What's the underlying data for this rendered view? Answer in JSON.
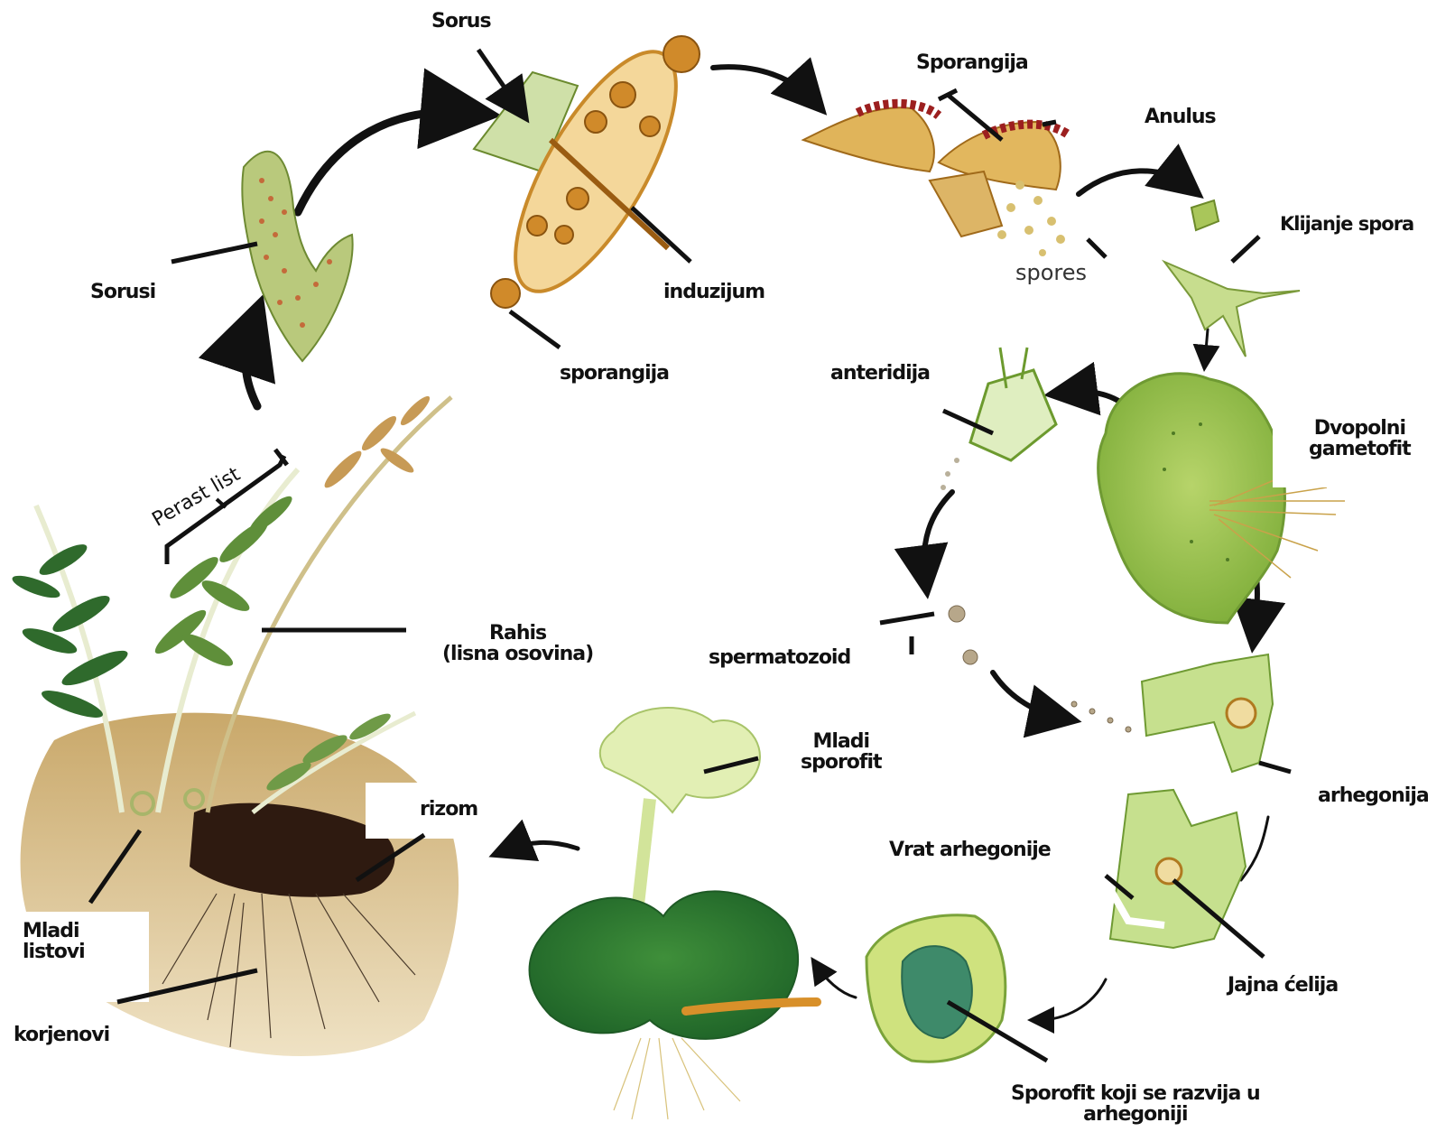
{
  "labels": {
    "sorus": "Sorus",
    "sporangija_top": "Sporangija",
    "anulus": "Anulus",
    "klijanje_spora": "Klijanje spora",
    "spores": "spores",
    "sorusi": "Sorusi",
    "induzijum": "induzijum",
    "sporangija": "sporangija",
    "anteridija": "anteridija",
    "dvopolni_1": "Dvopolni",
    "dvopolni_2": "gametofit",
    "perast_list": "Perast list",
    "rahis_1": "Rahis",
    "rahis_2": "(lisna osovina)",
    "spermatozoid": "spermatozoid",
    "mladi_sporofit_1": "Mladi",
    "mladi_sporofit_2": "sporofit",
    "arhegonija": "arhegonija",
    "rizom": "rizom",
    "vrat_arhegonije": "Vrat arhegonije",
    "mladi_listovi_1": "Mladi",
    "mladi_listovi_2": "listovi",
    "jajna_celija": "Jajna ćelija",
    "korjenovi": "korjenovi",
    "sporofit_razvija_1": "Sporofit koji se razvija u",
    "sporofit_razvija_2": "arhegoniji"
  }
}
